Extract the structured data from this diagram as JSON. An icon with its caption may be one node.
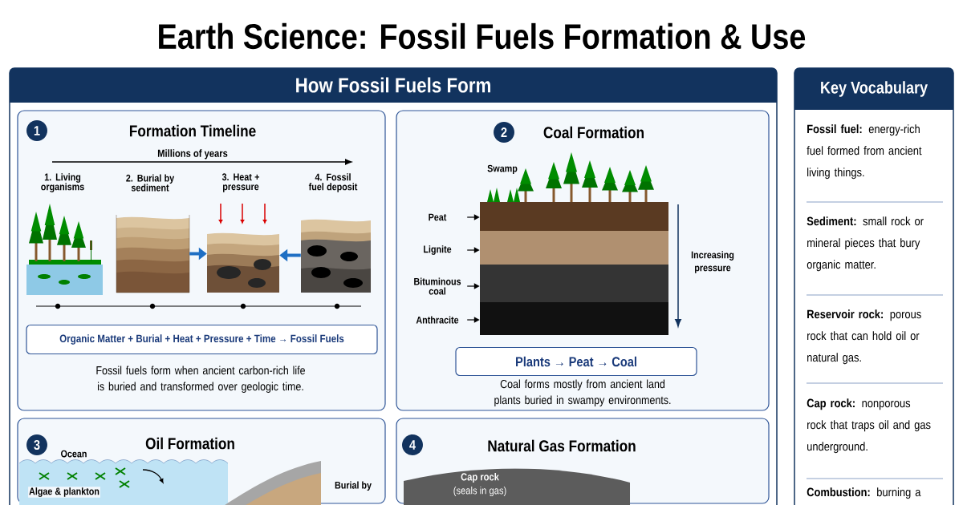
{
  "diagram": {
    "title": "Earth Science: Fossil Fuels Formation & Use",
    "nodes": [
      {
        "text": [
          "How Fossil Fuels Form"
        ]
      },
      {
        "text": [
          "Formation Timeline",
          "Fossil fuels form when ancient carbon-rich life is buried and transformed over geologic time."
        ],
        "in": 0
      },
      {
        "text": [
          "1"
        ],
        "in": 1
      },
      {
        "text": [
          "1. Living organisms"
        ],
        "in": 1
      },
      {
        "text": [
          "2. Burial by sediment"
        ],
        "in": 1
      },
      {
        "text": [
          "3. Heat + pressure"
        ],
        "in": 1
      },
      {
        "text": [
          "4. Fossil fuel deposit"
        ],
        "in": 1
      },
      {
        "text": [
          "Organic Matter + Burial + Heat + Pressure + Time → Fossil Fuels"
        ],
        "in": 1
      },
      {
        "text": [
          "Coal Formation",
          "Coal forms mostly from ancient land plants buried in swampy environments."
        ],
        "in": 0
      },
      {
        "text": [
          "2"
        ],
        "in": 8
      },
      {
        "text": [
          "Peat"
        ],
        "in": 8
      },
      {
        "text": [
          "Lignite"
        ],
        "in": 8
      },
      {
        "text": [
          "Bituminous coal"
        ],
        "in": 8
      },
      {
        "text": [
          "Anthracite"
        ],
        "in": 8
      },
      {
        "text": [],
        "shape": "bar",
        "in": 8
      },
      {
        "text": [],
        "shape": "bar",
        "in": 8
      },
      {
        "text": [],
        "shape": "bar",
        "in": 8
      },
      {
        "text": [],
        "shape": "bar",
        "in": 8
      },
      {
        "text": [
          "Plants → Peat → Coal"
        ],
        "in": 8
      },
      {
        "text": [
          "Oil Formation"
        ],
        "in": 0
      },
      {
        "text": [
          "3"
        ],
        "in": 19
      },
      {
        "text": [
          "Natural Gas Formation"
        ],
        "in": 0
      },
      {
        "text": [
          "4"
        ],
        "in": 21
      },
      {
        "text": [
          "Cap rock",
          "(seals in gas)"
        ],
        "in": 21
      },
      {
        "text": [
          "Key Vocabulary"
        ]
      }
    ],
    "edges": [
      {
        "from": 4,
        "to": 5,
        "arrow": "to",
        "style": "thick",
        "color": "#1f6fc4"
      },
      {
        "from": 6,
        "to": 5,
        "arrow": "to",
        "style": "thick",
        "color": "#1f6fc4"
      },
      {
        "from": 10,
        "to": 14,
        "arrow": "to"
      },
      {
        "from": 11,
        "to": 15,
        "arrow": "to"
      },
      {
        "from": 12,
        "to": 16,
        "arrow": "to"
      },
      {
        "from": 13,
        "to": 17,
        "arrow": "to"
      }
    ],
    "labels": [
      "Millions of years",
      "Swamp",
      "Increasing pressure",
      "Ocean",
      "Algae & plankton",
      "Burial by",
      "**Fossil fuel:** energy-rich fuel formed from ancient living things.",
      "**Sediment:** small rock or mineral pieces that bury organic matter.",
      "**Reservoir rock:** porous rock that can hold oil or natural gas.",
      "**Cap rock:** nonporous rock that traps oil and gas underground.",
      "**Combustion:** burning a"
    ]
  }
}
